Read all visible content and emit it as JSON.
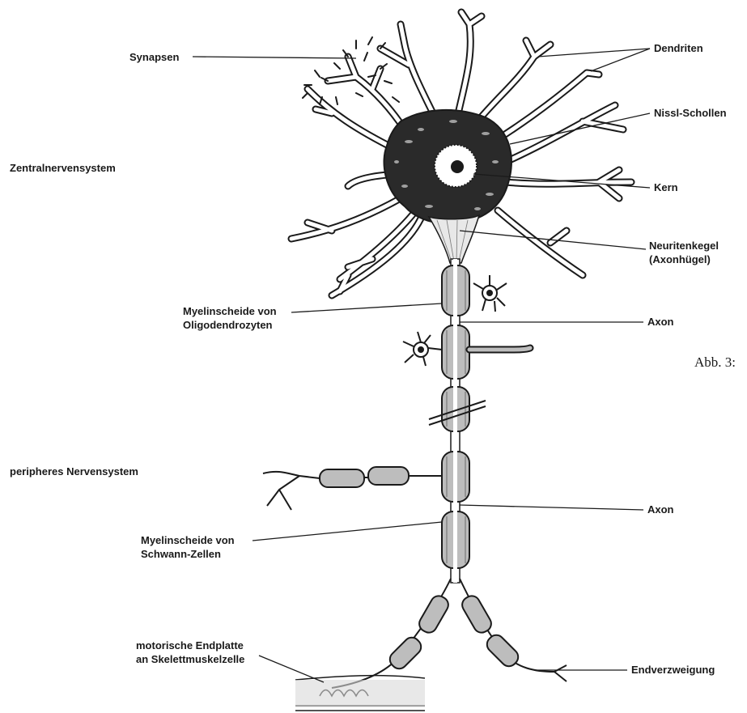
{
  "regions": {
    "cns": "Zentralnervensystem",
    "pns": "peripheres Nervensystem"
  },
  "figure_caption": "Abb. 3:",
  "labels": {
    "synapsen": "Synapsen",
    "dendriten": "Dendriten",
    "nissl": "Nissl-Schollen",
    "kern": "Kern",
    "neuritenkegel_1": "Neuritenkegel",
    "neuritenkegel_2": "(Axonhügel)",
    "myelin_oligo_1": "Myelinscheide von",
    "myelin_oligo_2": "Oligodendrozyten",
    "axon_top": "Axon",
    "axon_bottom": "Axon",
    "myelin_schwann_1": "Myelinscheide von",
    "myelin_schwann_2": "Schwann-Zellen",
    "endplatte_1": "motorische Endplatte",
    "endplatte_2": "an Skelettmuskelzelle",
    "endverzweigung": "Endverzweigung"
  },
  "colors": {
    "ink": "#1a1a1a",
    "paper": "#ffffff",
    "cytoplasm": "#2a2a2a"
  }
}
